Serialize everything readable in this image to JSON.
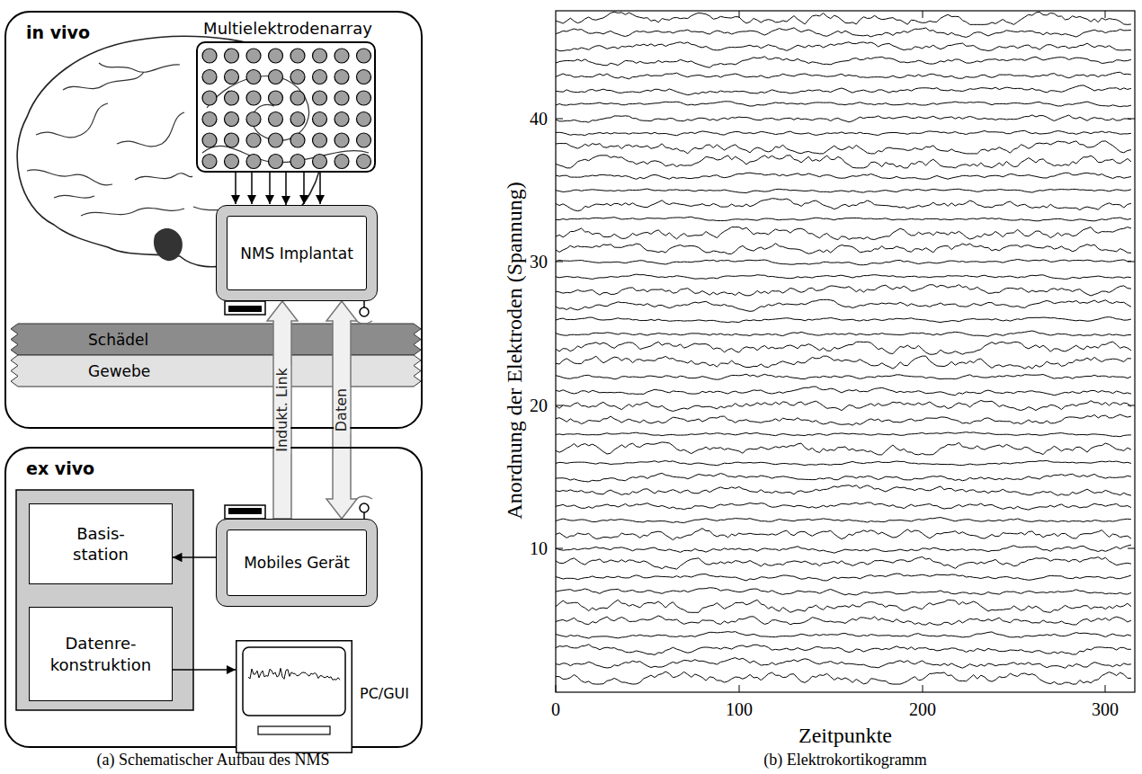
{
  "diagram": {
    "nodes": [
      {
        "text": [
          "in vivo"
        ]
      },
      {
        "text": [
          "Multielektrodenarray"
        ],
        "in": 0
      },
      {
        "text": [
          "NMS Implantat"
        ],
        "in": 0
      },
      {
        "text": [
          "Schädel"
        ],
        "in": 0
      },
      {
        "text": [
          "Gewebe"
        ],
        "in": 0
      },
      {
        "text": [
          "ex vivo"
        ]
      },
      {
        "text": [
          "Basis- station"
        ],
        "in": 5
      },
      {
        "text": [
          "Datenre- konstruktion"
        ],
        "in": 5
      },
      {
        "text": [
          "Mobiles Gerät"
        ],
        "in": 5
      },
      {
        "text": [
          "PC/GUI"
        ],
        "in": 5
      }
    ],
    "edges": [
      {
        "from": 1,
        "to": 2,
        "arrow": "to"
      },
      {
        "from": 8,
        "to": 2,
        "arrow": "to",
        "label": "Indukt. Link"
      },
      {
        "from": 2,
        "to": 8,
        "arrow": "both",
        "label": "Daten"
      },
      {
        "from": 8,
        "to": 6,
        "arrow": "to"
      },
      {
        "from": 7,
        "to": 9,
        "arrow": "to"
      }
    ],
    "labels": [
      "(a) Schematischer Aufbau des NMS",
      "(b) Elektrokortikogramm",
      "Anordnung der Elektroden (Spannung)",
      "Zeitpunkte",
      "0",
      "100",
      "200",
      "300",
      "10",
      "20",
      "30",
      "40"
    ]
  }
}
